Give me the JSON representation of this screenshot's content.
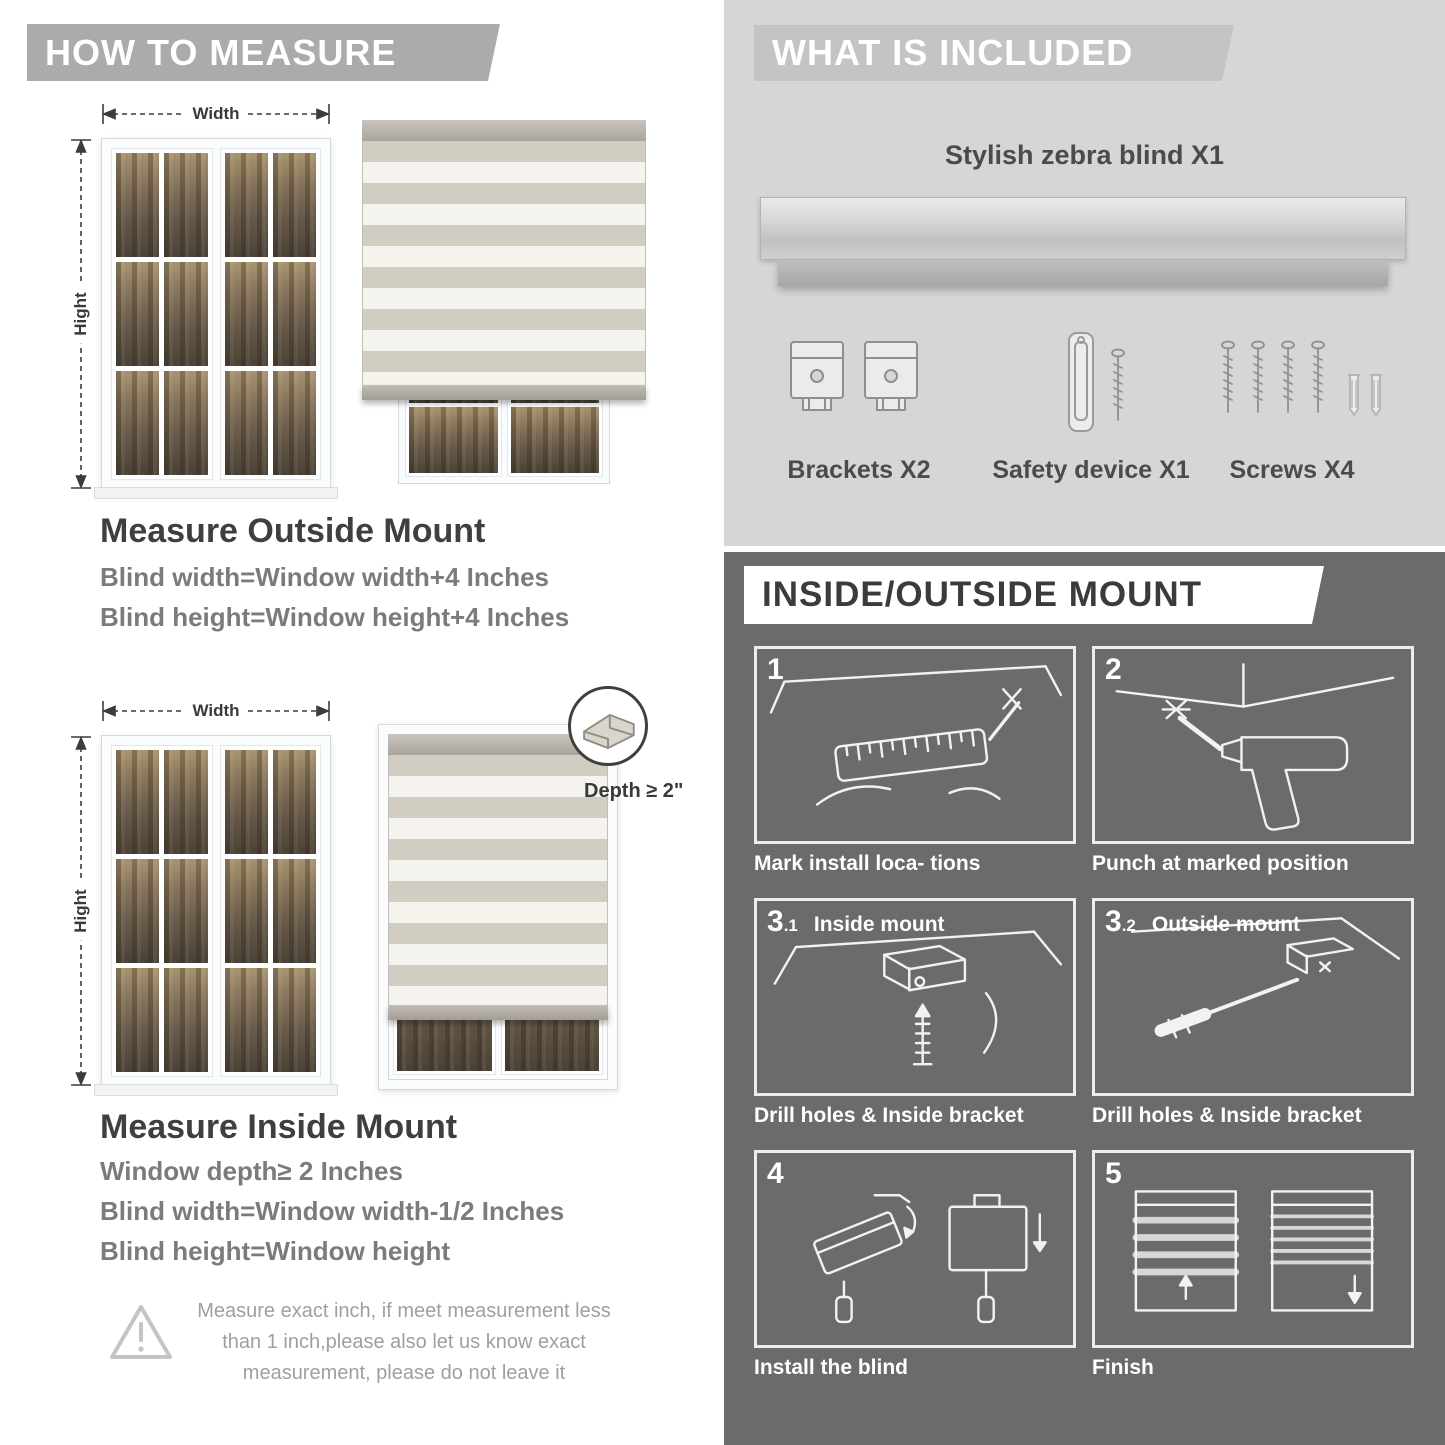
{
  "colors": {
    "measure_header_bg": "#ababab",
    "included_panel_bg": "#d6d6d6",
    "included_header_bg": "#c4c4c4",
    "mount_panel_bg": "#6b6b6b",
    "heading_text": "#3f3f3f",
    "body_text": "#7b7b7b"
  },
  "measure": {
    "header": "HOW TO MEASURE",
    "width_label": "Width",
    "height_label": "Hight",
    "outside": {
      "title": "Measure Outside Mount",
      "lines": [
        "Blind width=Window width+4 Inches",
        "Blind height=Window height+4 Inches"
      ]
    },
    "inside": {
      "title": "Measure Inside Mount",
      "depth_callout": "Depth ≥ 2\"",
      "lines": [
        "Window depth≥ 2 Inches",
        "Blind width=Window width-1/2 Inches",
        "Blind height=Window height"
      ]
    },
    "note": "Measure exact inch, if meet measurement less than 1 inch,please also let us know exact measurement, please do not leave it"
  },
  "included": {
    "header": "WHAT IS INCLUDED",
    "product_title": "Stylish zebra blind X1",
    "items": [
      {
        "label": "Brackets X2"
      },
      {
        "label": "Safety device X1"
      },
      {
        "label": "Screws X4"
      }
    ]
  },
  "mount": {
    "header": "INSIDE/OUTSIDE MOUNT",
    "steps": [
      {
        "num": "1",
        "num_small": "",
        "title": "",
        "caption": "Mark install loca- tions"
      },
      {
        "num": "2",
        "num_small": "",
        "title": "",
        "caption": "Punch at  marked position"
      },
      {
        "num": "3",
        "num_small": ".1",
        "title": "Inside mount",
        "caption": "Drill holes &  Inside bracket"
      },
      {
        "num": "3",
        "num_small": ".2",
        "title": "Outside mount",
        "caption": "Drill holes &  Inside bracket"
      },
      {
        "num": "4",
        "num_small": "",
        "title": "",
        "caption": "Install the blind"
      },
      {
        "num": "5",
        "num_small": "",
        "title": "",
        "caption": "Finish"
      }
    ]
  }
}
